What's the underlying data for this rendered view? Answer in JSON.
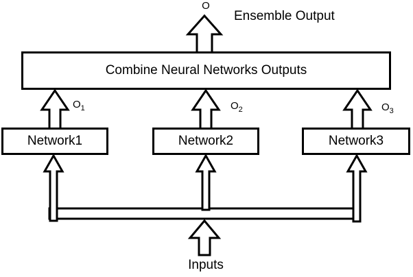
{
  "diagram": {
    "ensemble_output_symbol": "O",
    "ensemble_output_title": "Ensemble Output",
    "combine_box_label": "Combine Neural Networks Outputs",
    "networks": [
      {
        "label": "Network1",
        "output_base": "O",
        "output_sub": "1"
      },
      {
        "label": "Network2",
        "output_base": "O",
        "output_sub": "2"
      },
      {
        "label": "Network3",
        "output_base": "O",
        "output_sub": "3"
      }
    ],
    "inputs_label": "Inputs",
    "colors": {
      "stroke": "#000000",
      "fill": "#ffffff",
      "background": "#ffffff"
    }
  }
}
